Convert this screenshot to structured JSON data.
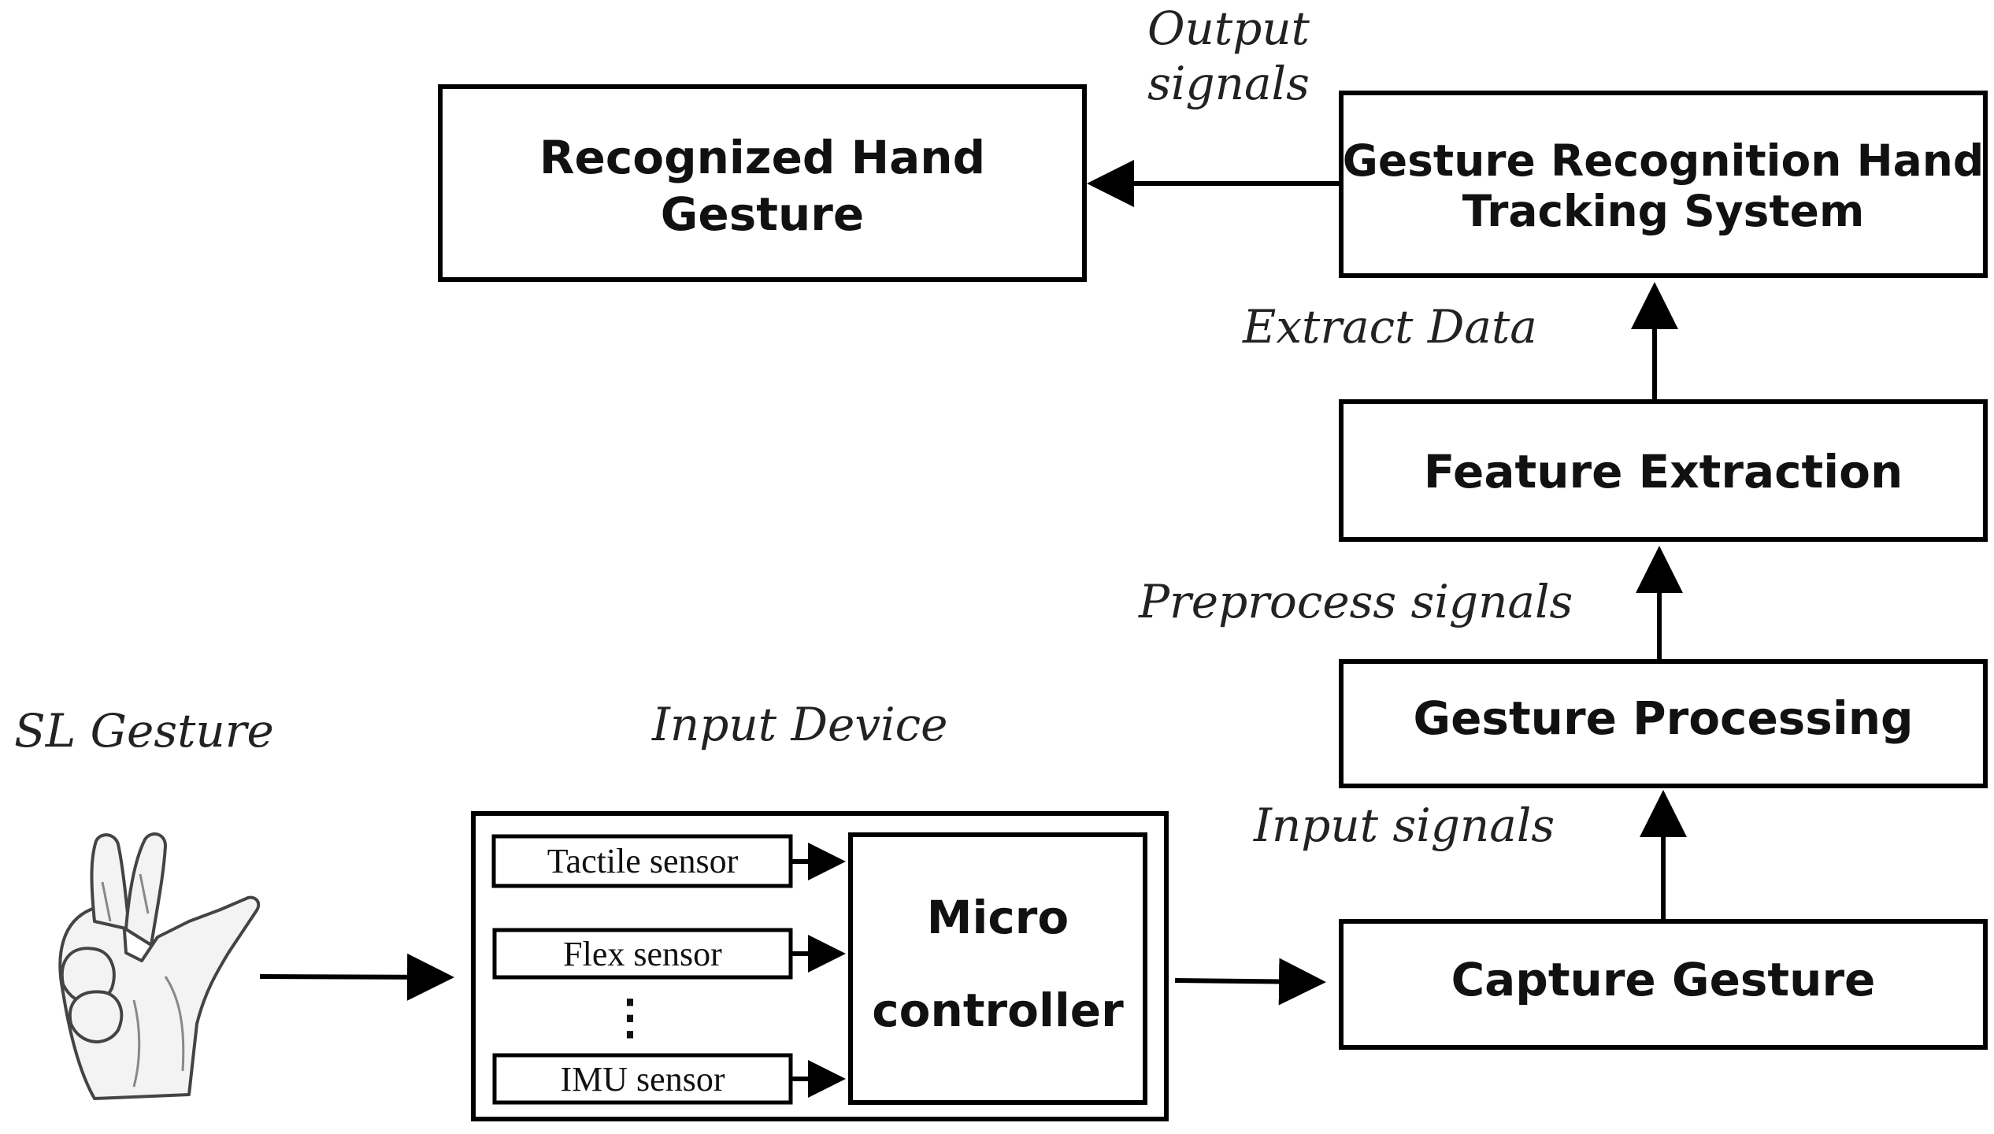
{
  "labels": {
    "output_signals_line1": "Output",
    "output_signals_line2": "signals",
    "extract_data": "Extract Data",
    "preprocess_signals": "Preprocess signals",
    "input_signals": "Input signals",
    "sl_gesture": "SL Gesture",
    "input_device": "Input Device"
  },
  "blocks": {
    "recognized_line1": "Recognized Hand",
    "recognized_line2": "Gesture",
    "recognition_line1": "Gesture Recognition Hand",
    "recognition_line2": "Tracking System",
    "feature_extraction": "Feature Extraction",
    "gesture_processing": "Gesture Processing",
    "capture_gesture": "Capture Gesture",
    "micro_line1": "Micro",
    "micro_line2": "controller"
  },
  "sensors": {
    "tactile": "Tactile sensor",
    "flex": "Flex sensor",
    "ellipsis": "⋮",
    "imu": "IMU sensor"
  }
}
